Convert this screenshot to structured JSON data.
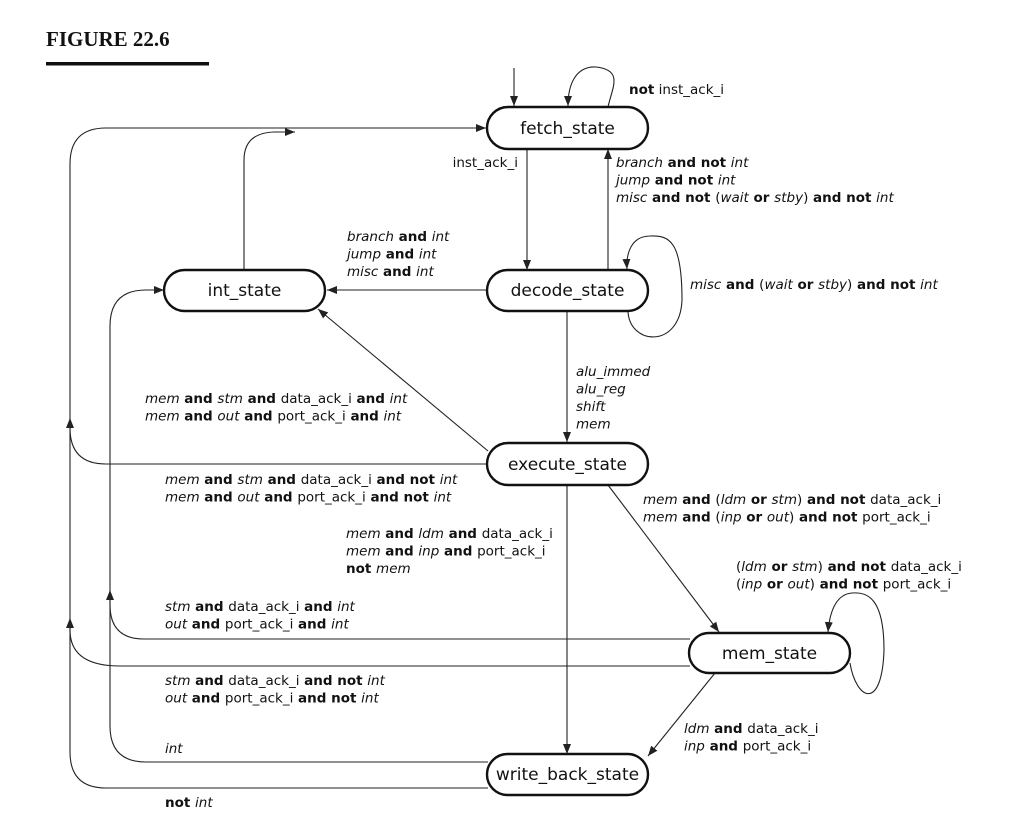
{
  "figure_title": "FIGURE 22.6",
  "states": {
    "fetch": "fetch_state",
    "decode": "decode_state",
    "int": "int_state",
    "execute": "execute_state",
    "mem": "mem_state",
    "write_back": "write_back_state"
  },
  "conditions": {
    "fetch_self": [
      [
        [
          "k",
          "not"
        ],
        [
          "t",
          " inst_ack_i"
        ]
      ]
    ],
    "fetch_to_decode": [
      [
        [
          "t",
          "inst_ack_i"
        ]
      ]
    ],
    "decode_to_fetch": [
      [
        [
          "v",
          "branch"
        ],
        [
          "k",
          " and not "
        ],
        [
          "v",
          "int"
        ]
      ],
      [
        [
          "v",
          "jump"
        ],
        [
          "k",
          " and not "
        ],
        [
          "v",
          "int"
        ]
      ],
      [
        [
          "v",
          "misc"
        ],
        [
          "k",
          " and not "
        ],
        [
          "t",
          "("
        ],
        [
          "v",
          "wait"
        ],
        [
          "k",
          " or "
        ],
        [
          "v",
          "stby"
        ],
        [
          "t",
          ")"
        ],
        [
          "k",
          " and not "
        ],
        [
          "v",
          "int"
        ]
      ]
    ],
    "decode_self": [
      [
        [
          "v",
          "misc"
        ],
        [
          "k",
          " and "
        ],
        [
          "t",
          "("
        ],
        [
          "v",
          "wait"
        ],
        [
          "k",
          " or "
        ],
        [
          "v",
          "stby"
        ],
        [
          "t",
          ")"
        ],
        [
          "k",
          " and not "
        ],
        [
          "v",
          "int"
        ]
      ]
    ],
    "decode_to_int": [
      [
        [
          "v",
          "branch"
        ],
        [
          "k",
          " and "
        ],
        [
          "v",
          "int"
        ]
      ],
      [
        [
          "v",
          "jump"
        ],
        [
          "k",
          " and "
        ],
        [
          "v",
          "int"
        ]
      ],
      [
        [
          "v",
          "misc"
        ],
        [
          "k",
          " and "
        ],
        [
          "v",
          "int"
        ]
      ]
    ],
    "decode_to_execute": [
      [
        [
          "v",
          "alu_immed"
        ]
      ],
      [
        [
          "v",
          "alu_reg"
        ]
      ],
      [
        [
          "v",
          "shift"
        ]
      ],
      [
        [
          "v",
          "mem"
        ]
      ]
    ],
    "execute_to_int": [
      [
        [
          "v",
          "mem"
        ],
        [
          "k",
          " and "
        ],
        [
          "v",
          "stm"
        ],
        [
          "k",
          " and "
        ],
        [
          "t",
          "data_ack_i"
        ],
        [
          "k",
          " and "
        ],
        [
          "v",
          "int"
        ]
      ],
      [
        [
          "v",
          "mem"
        ],
        [
          "k",
          " and "
        ],
        [
          "v",
          "out"
        ],
        [
          "k",
          " and "
        ],
        [
          "t",
          "port_ack_i"
        ],
        [
          "k",
          " and "
        ],
        [
          "v",
          "int"
        ]
      ]
    ],
    "execute_to_fetch": [
      [
        [
          "v",
          "mem"
        ],
        [
          "k",
          " and "
        ],
        [
          "v",
          "stm"
        ],
        [
          "k",
          " and "
        ],
        [
          "t",
          "data_ack_i"
        ],
        [
          "k",
          " and not "
        ],
        [
          "v",
          "int"
        ]
      ],
      [
        [
          "v",
          "mem"
        ],
        [
          "k",
          " and "
        ],
        [
          "v",
          "out"
        ],
        [
          "k",
          " and "
        ],
        [
          "t",
          "port_ack_i"
        ],
        [
          "k",
          " and not "
        ],
        [
          "v",
          "int"
        ]
      ]
    ],
    "execute_to_write_back": [
      [
        [
          "v",
          "mem"
        ],
        [
          "k",
          " and "
        ],
        [
          "v",
          "ldm"
        ],
        [
          "k",
          " and "
        ],
        [
          "t",
          "data_ack_i"
        ]
      ],
      [
        [
          "v",
          "mem"
        ],
        [
          "k",
          " and "
        ],
        [
          "v",
          "inp"
        ],
        [
          "k",
          " and "
        ],
        [
          "t",
          "port_ack_i"
        ]
      ],
      [
        [
          "k",
          "not "
        ],
        [
          "v",
          "mem"
        ]
      ]
    ],
    "execute_to_mem": [
      [
        [
          "v",
          "mem"
        ],
        [
          "k",
          " and "
        ],
        [
          "t",
          "("
        ],
        [
          "v",
          "ldm"
        ],
        [
          "k",
          " or "
        ],
        [
          "v",
          "stm"
        ],
        [
          "t",
          ")"
        ],
        [
          "k",
          " and not "
        ],
        [
          "t",
          "data_ack_i"
        ]
      ],
      [
        [
          "v",
          "mem"
        ],
        [
          "k",
          " and "
        ],
        [
          "t",
          "("
        ],
        [
          "v",
          "inp"
        ],
        [
          "k",
          " or "
        ],
        [
          "v",
          "out"
        ],
        [
          "t",
          ")"
        ],
        [
          "k",
          " and not "
        ],
        [
          "t",
          "port_ack_i"
        ]
      ]
    ],
    "mem_self": [
      [
        [
          "t",
          "("
        ],
        [
          "v",
          "ldm"
        ],
        [
          "k",
          " or "
        ],
        [
          "v",
          "stm"
        ],
        [
          "t",
          ")"
        ],
        [
          "k",
          " and not "
        ],
        [
          "t",
          "data_ack_i"
        ]
      ],
      [
        [
          "t",
          "("
        ],
        [
          "v",
          "inp"
        ],
        [
          "k",
          " or "
        ],
        [
          "v",
          "out"
        ],
        [
          "t",
          ")"
        ],
        [
          "k",
          " and not "
        ],
        [
          "t",
          "port_ack_i"
        ]
      ]
    ],
    "mem_to_int": [
      [
        [
          "v",
          "stm"
        ],
        [
          "k",
          " and "
        ],
        [
          "t",
          "data_ack_i"
        ],
        [
          "k",
          " and "
        ],
        [
          "v",
          "int"
        ]
      ],
      [
        [
          "v",
          "out"
        ],
        [
          "k",
          " and "
        ],
        [
          "t",
          "port_ack_i"
        ],
        [
          "k",
          " and "
        ],
        [
          "v",
          "int"
        ]
      ]
    ],
    "mem_to_fetch": [
      [
        [
          "v",
          "stm"
        ],
        [
          "k",
          " and "
        ],
        [
          "t",
          "data_ack_i"
        ],
        [
          "k",
          " and not "
        ],
        [
          "v",
          "int"
        ]
      ],
      [
        [
          "v",
          "out"
        ],
        [
          "k",
          " and "
        ],
        [
          "t",
          "port_ack_i"
        ],
        [
          "k",
          " and not "
        ],
        [
          "v",
          "int"
        ]
      ]
    ],
    "mem_to_write_back": [
      [
        [
          "v",
          "ldm"
        ],
        [
          "k",
          " and "
        ],
        [
          "t",
          "data_ack_i"
        ]
      ],
      [
        [
          "v",
          "inp"
        ],
        [
          "k",
          " and "
        ],
        [
          "t",
          "port_ack_i"
        ]
      ]
    ],
    "write_back_to_int": [
      [
        [
          "v",
          "int"
        ]
      ]
    ],
    "write_back_to_fetch": [
      [
        [
          "k",
          "not "
        ],
        [
          "v",
          "int"
        ]
      ]
    ]
  }
}
